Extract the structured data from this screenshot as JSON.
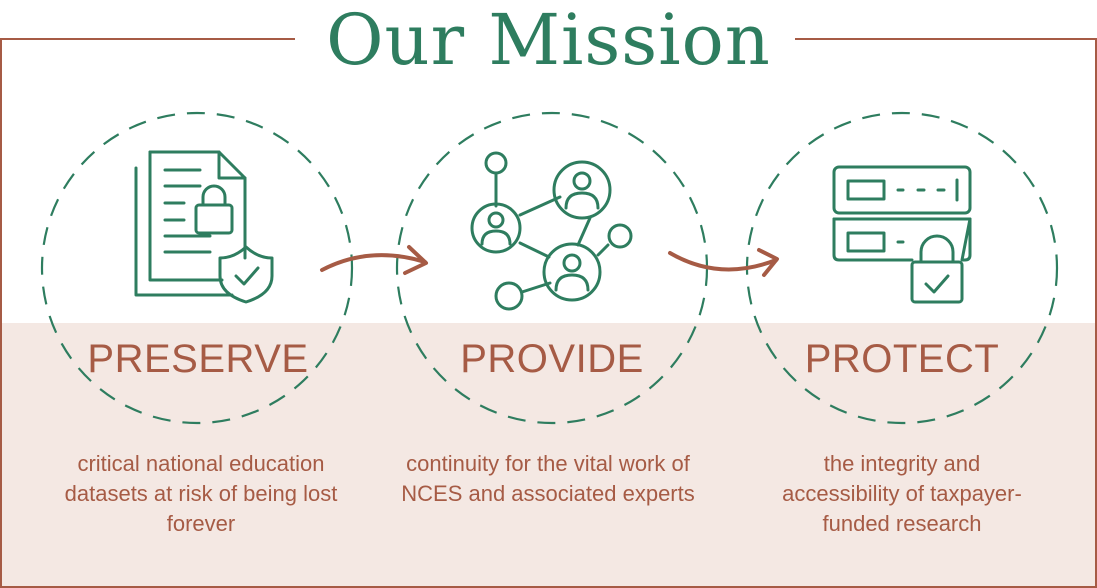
{
  "title": "Our Mission",
  "colors": {
    "green": "#2e7d5f",
    "rust": "#a65b45",
    "band": "#f4e8e3"
  },
  "pillars": [
    {
      "title": "PRESERVE",
      "description": "critical national education datasets at risk of being lost forever",
      "icon": "secure-document-icon"
    },
    {
      "title": "PROVIDE",
      "description": "continuity for the vital work of NCES and associated experts",
      "icon": "expert-network-icon"
    },
    {
      "title": "PROTECT",
      "description": "the integrity and accessibility of taxpayer-funded research",
      "icon": "locked-server-icon"
    }
  ]
}
